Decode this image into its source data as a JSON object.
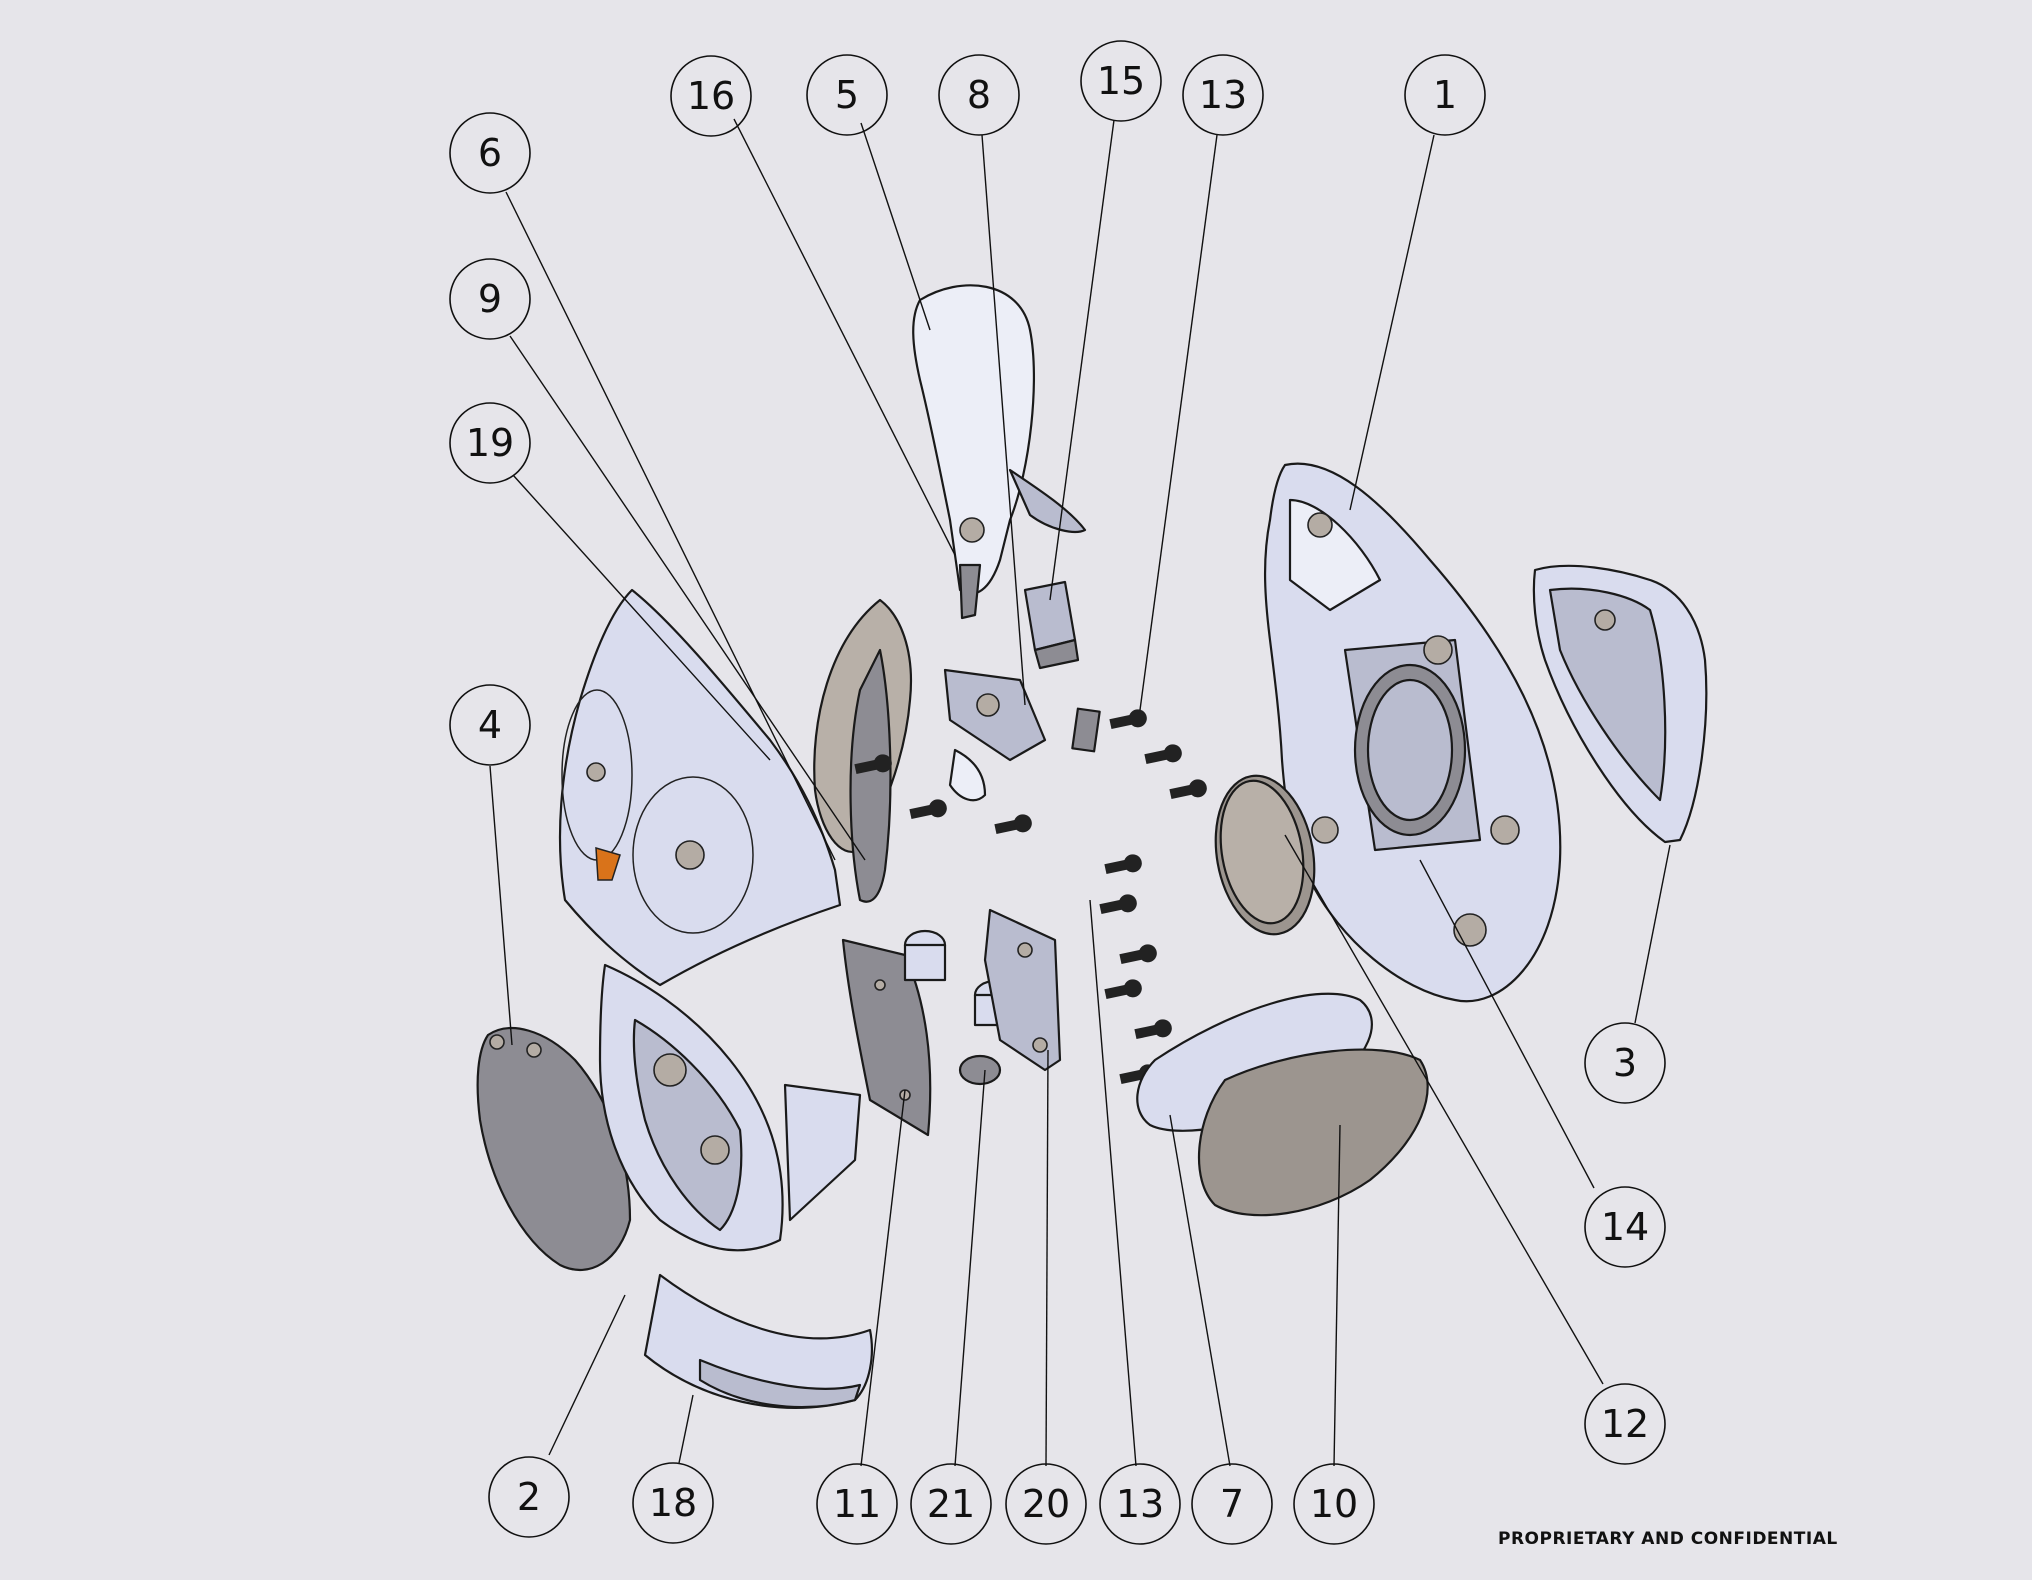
{
  "balloons": [
    "16",
    "5",
    "8",
    "15",
    "13",
    "1",
    "6",
    "9",
    "19",
    "4",
    "3",
    "14",
    "12",
    "2",
    "18",
    "11",
    "21",
    "20",
    "13",
    "7",
    "10"
  ],
  "footer": {
    "text": "PROPRIETARY AND CONFIDENTIAL"
  },
  "colors": {
    "background": "#e6e5ea",
    "part_body": "#d9dcee",
    "part_dark": "#8d8c93",
    "part_tan": "#9c958f",
    "indicator": "#d9731a"
  }
}
